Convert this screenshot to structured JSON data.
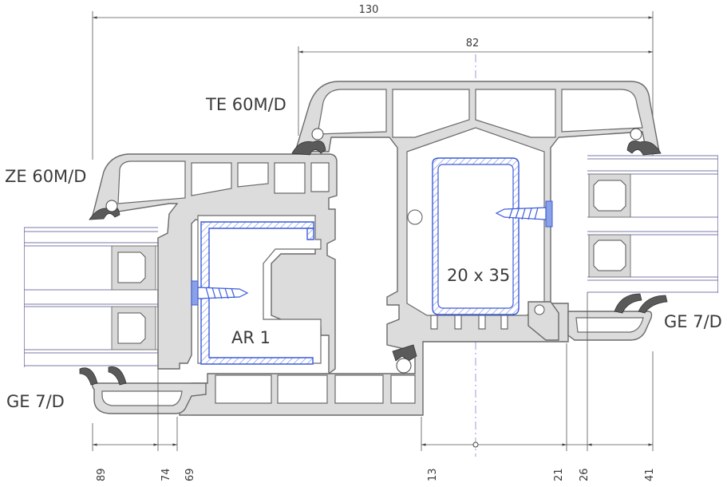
{
  "labels": {
    "ze": "ZE 60M/D",
    "te": "TE 60M/D",
    "ge_left": "GE 7/D",
    "ge_right": "GE 7/D",
    "ar": "AR 1",
    "steel_dim": "20 x 35"
  },
  "top_dimensions": {
    "overall": "130",
    "inner": "82"
  },
  "bottom_dimensions": [
    "89",
    "74",
    "69",
    "13",
    "21",
    "26",
    "41"
  ],
  "colors": {
    "profile_fill": "#dcdcdc",
    "profile_stroke": "#6a6a6a",
    "reinforcement": "#3b5bdb",
    "glass_line": "#7a7aa8"
  }
}
